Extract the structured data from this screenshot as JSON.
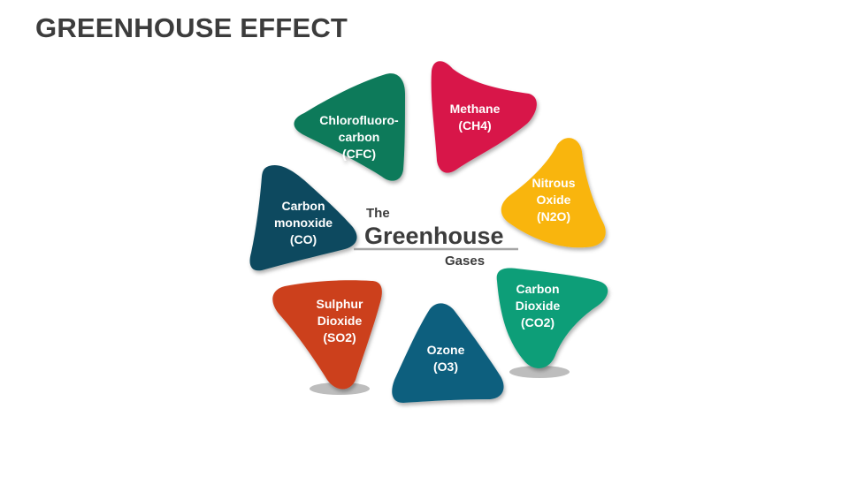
{
  "title": "GREENHOUSE EFFECT",
  "center": {
    "line1": "The",
    "line2": "Greenhouse",
    "line3": "Gases"
  },
  "petals": [
    {
      "id": "methane",
      "lines": [
        "Methane",
        "(CH4)"
      ],
      "color": "#d8174a"
    },
    {
      "id": "nitrous-oxide",
      "lines": [
        "Nitrous",
        "Oxide",
        "(N2O)"
      ],
      "color": "#f9b50f"
    },
    {
      "id": "carbon-dioxide",
      "lines": [
        "Carbon",
        "Dioxide",
        "(CO2)"
      ],
      "color": "#0e9e78"
    },
    {
      "id": "ozone",
      "lines": [
        "Ozone",
        "(O3)"
      ],
      "color": "#0e5f7e"
    },
    {
      "id": "sulphur-dioxide",
      "lines": [
        "Sulphur",
        "Dioxide",
        "(SO2)"
      ],
      "color": "#cc3f1c"
    },
    {
      "id": "carbon-monoxide",
      "lines": [
        "Carbon",
        "monoxide",
        "(CO)"
      ],
      "color": "#0b4a5e"
    },
    {
      "id": "cfc",
      "lines": [
        "Chlorofluoro-",
        "carbon",
        "(CFC)"
      ],
      "color": "#0d7a5a"
    }
  ],
  "colors": {
    "title": "#3c3c3c",
    "divider": "#a6a6a6",
    "shadow": "#bdbdbd"
  }
}
